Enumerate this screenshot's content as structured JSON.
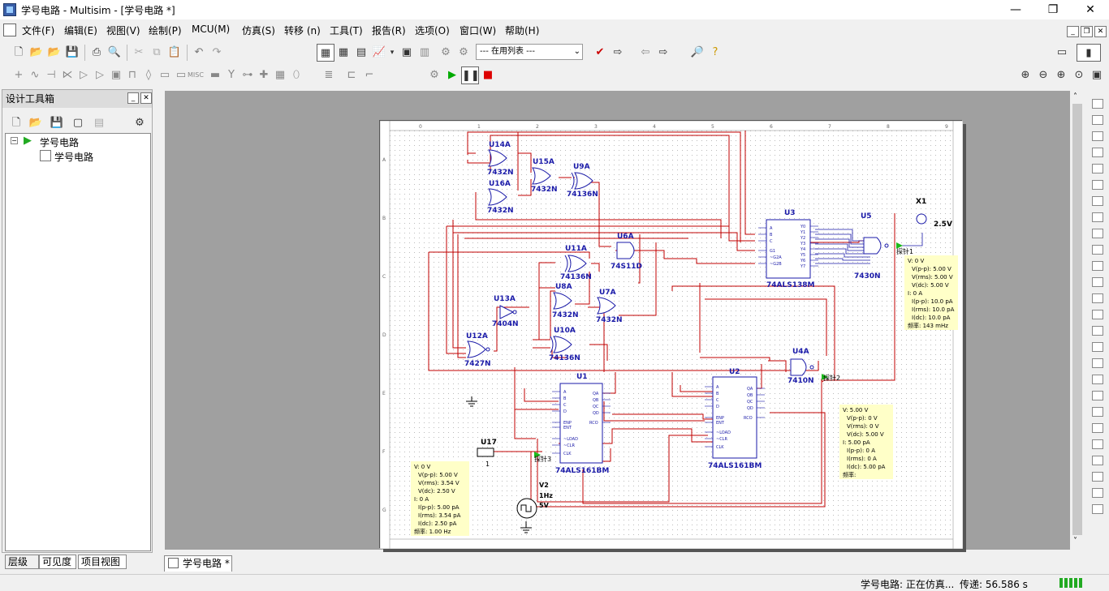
{
  "window": {
    "title": "学号电路 - Multisim - [学号电路 *]",
    "minimize": "—",
    "maximize": "❐",
    "close": "✕"
  },
  "menu": [
    "文件(F)",
    "编辑(E)",
    "视图(V)",
    "绘制(P)",
    "MCU(M)",
    "仿真(S)",
    "转移 (n)",
    "工具(T)",
    "报告(R)",
    "选项(O)",
    "窗口(W)",
    "帮助(H)"
  ],
  "toolbar": {
    "in_use_list": "--- 在用列表 ---"
  },
  "toolbox": {
    "title": "设计工具箱",
    "tree": {
      "root": "学号电路",
      "child": "学号电路"
    },
    "tabs": [
      "层级",
      "可见度",
      "项目视图"
    ]
  },
  "document_tab": "学号电路 *",
  "status": {
    "sim_state": "学号电路: 正在仿真...",
    "transfer": "传递: 56.586 s"
  },
  "schematic": {
    "col_labels": [
      "0",
      "1",
      "2",
      "3",
      "4",
      "5",
      "6",
      "7",
      "8",
      "9"
    ],
    "row_labels": [
      "A",
      "B",
      "C",
      "D",
      "E",
      "F",
      "G"
    ],
    "gates": [
      {
        "ref": "U14A",
        "part": "7432N"
      },
      {
        "ref": "U15A",
        "part": "7432N"
      },
      {
        "ref": "U9A",
        "part": "74136N"
      },
      {
        "ref": "U16A",
        "part": "7432N"
      },
      {
        "ref": "U6A",
        "part": "74S11D"
      },
      {
        "ref": "U11A",
        "part": "74136N"
      },
      {
        "ref": "U13A",
        "part": "7404N"
      },
      {
        "ref": "U8A",
        "part": "7432N"
      },
      {
        "ref": "U7A",
        "part": "7432N"
      },
      {
        "ref": "U12A",
        "part": "7427N"
      },
      {
        "ref": "U10A",
        "part": "74136N"
      },
      {
        "ref": "U4A",
        "part": "7410N"
      },
      {
        "ref": "U5",
        "part": "7430N"
      }
    ],
    "chips": [
      {
        "ref": "U3",
        "part": "74ALS138M"
      },
      {
        "ref": "U1",
        "part": "74ALS161BM"
      },
      {
        "ref": "U2",
        "part": "74ALS161BM"
      }
    ],
    "lamp": {
      "ref": "X1",
      "value": "2.5V"
    },
    "source": {
      "ref": "V2",
      "freq": "1Hz",
      "amp": "5V"
    },
    "u17": {
      "ref": "U17",
      "value": "1"
    },
    "probe_labels": [
      "探针1",
      "探针2",
      "探针3"
    ],
    "probe1": [
      "V: 0 V",
      "V(p-p): 5.00 V",
      "V(rms): 5.00 V",
      "V(dc): 5.00 V",
      "I: 0 A",
      "I(p-p): 10.0 pA",
      "I(rms): 10.0 pA",
      "I(dc): 10.0 pA",
      "频率: 143 mHz"
    ],
    "probe2": [
      "V: 5.00 V",
      "V(p-p): 0 V",
      "V(rms): 0 V",
      "V(dc): 5.00 V",
      "I: 5.00 pA",
      "I(p-p): 0 A",
      "I(rms): 0 A",
      "I(dc): 5.00 pA",
      "频率:"
    ],
    "probe3": [
      "V: 0 V",
      "V(p-p): 5.00 V",
      "V(rms): 3.54 V",
      "V(dc): 2.50 V",
      "I: 0 A",
      "I(p-p): 5.00 pA",
      "I(rms): 3.54 pA",
      "I(dc): 2.50 pA",
      "频率: 1.00 Hz"
    ]
  }
}
